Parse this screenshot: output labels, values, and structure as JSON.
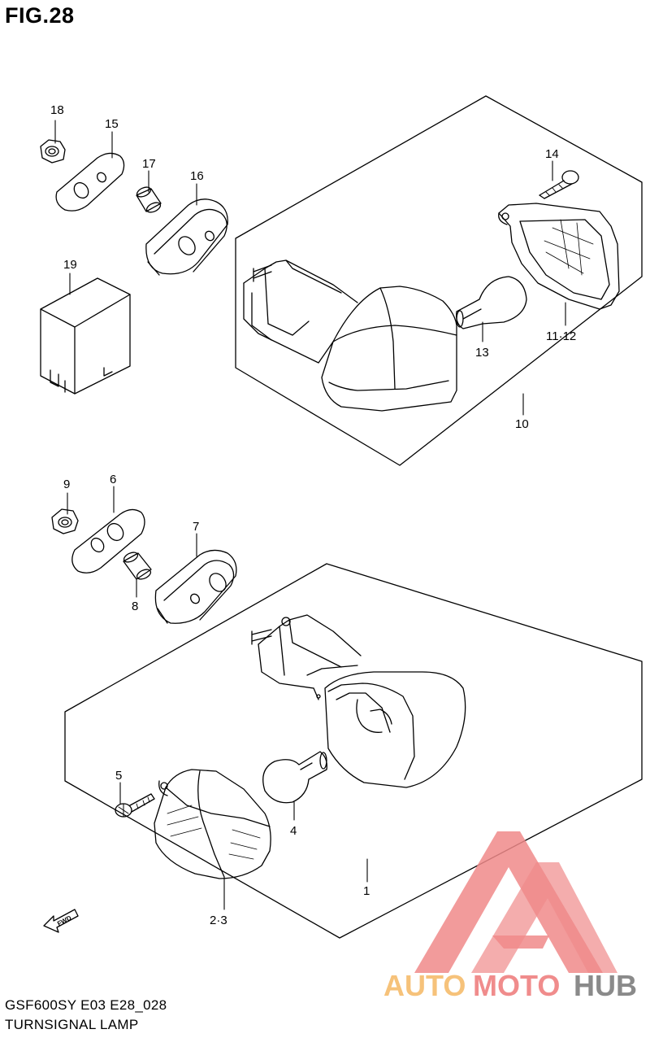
{
  "figure": {
    "title": "FIG.28"
  },
  "footer": {
    "model_code": "GSF600SY E03 E28_028",
    "section_name": "TURNSIGNAL LAMP"
  },
  "callouts": [
    {
      "id": "c1",
      "text": "1"
    },
    {
      "id": "c2",
      "text": "2·3"
    },
    {
      "id": "c4",
      "text": "4"
    },
    {
      "id": "c5",
      "text": "5"
    },
    {
      "id": "c6",
      "text": "6"
    },
    {
      "id": "c7",
      "text": "7"
    },
    {
      "id": "c8",
      "text": "8"
    },
    {
      "id": "c9",
      "text": "9"
    },
    {
      "id": "c10",
      "text": "10"
    },
    {
      "id": "c11",
      "text": "11·12"
    },
    {
      "id": "c13",
      "text": "13"
    },
    {
      "id": "c14",
      "text": "14"
    },
    {
      "id": "c15",
      "text": "15"
    },
    {
      "id": "c16",
      "text": "16"
    },
    {
      "id": "c17",
      "text": "17"
    },
    {
      "id": "c18",
      "text": "18"
    },
    {
      "id": "c19",
      "text": "19"
    }
  ],
  "fwd_arrow": {
    "text": "FWD"
  },
  "watermark": {
    "parts": [
      {
        "text": "AUTO",
        "color": "#f6c27a"
      },
      {
        "text": "MOTO",
        "color": "#f08c8c"
      },
      {
        "text": "HUB",
        "color": "#8a8a8a"
      }
    ],
    "logo_color": "#f08a8a"
  }
}
